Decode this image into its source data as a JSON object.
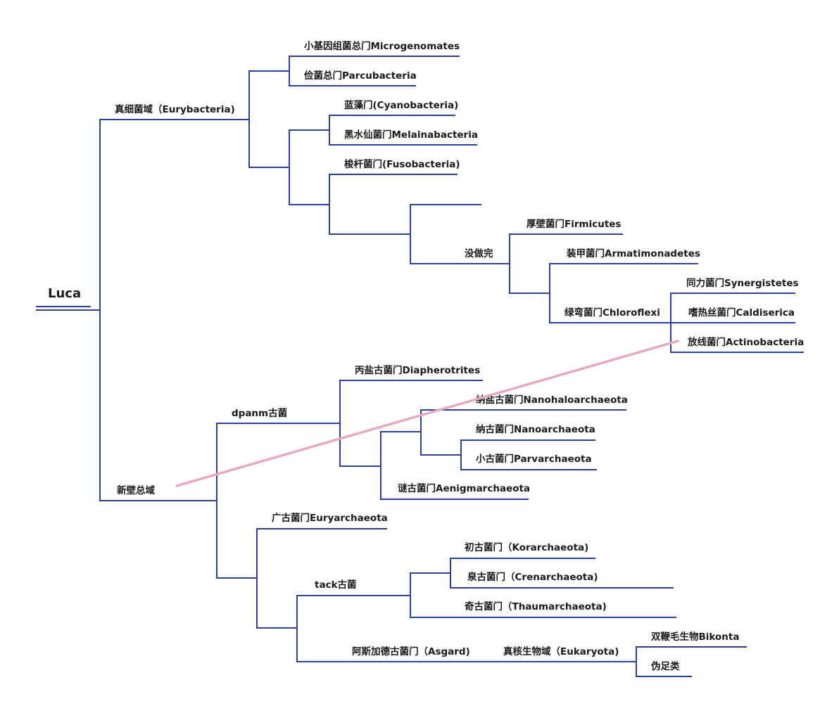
{
  "colors": {
    "line": "#2a3f9e",
    "text": "#1a1a1a",
    "annotation": "#e8a8bf",
    "background": "#ffffff"
  },
  "root": {
    "label": "Luca"
  },
  "nodes": {
    "eurybacteria": "真细菌域（Eurybacteria)",
    "microgenomates": "小基因组菌总门Microgenomates",
    "parcubacteria": "俭菌总门Parcubacteria",
    "cyanobacteria": "蓝藻门(Cyanobacteria)",
    "melainabacteria": "黑水仙菌门Melainabacteria",
    "fusobacteria": "梭杆菌门(Fusobacteria)",
    "unfinished": "没做完",
    "firmicutes": "厚壁菌门Firmicutes",
    "armatimonadetes": "装甲菌门Armatimonadetes",
    "chloroflexi": "绿弯菌门Chloroflexi",
    "synergistetes": "同力菌门Synergistetes",
    "caldiserica": "嗜热丝菌门Caldiserica",
    "actinobacteria": "放线菌门Actinobacteria",
    "neomura": "新壁总域",
    "dpanm": "dpanm古菌",
    "diapherotrites": "丙盐古菌门Diapherotrites",
    "nanohaloarchaeota": "纳盐古菌门Nanohaloarchaeota",
    "nanoarchaeota": "纳古菌门Nanoarchaeota",
    "parvarchaeota": "小古菌门Parvarchaeota",
    "aenigmarchaeota": "谜古菌门Aenigmarchaeota",
    "euryarchaeota": "广古菌门Euryarchaeota",
    "tack": "tack古菌",
    "korarchaeota": "初古菌门（Korarchaeota)",
    "crenarchaeota": "泉古菌门（Crenarchaeota)",
    "thaumarchaeota": "奇古菌门（Thaumarchaeota)",
    "asgard": "阿斯加德古菌门（Asgard)",
    "eukaryota": "真核生物域（Eukaryota)",
    "bikonta": "双鞭毛生物Bikonta",
    "pseudopod": "伪足类"
  }
}
